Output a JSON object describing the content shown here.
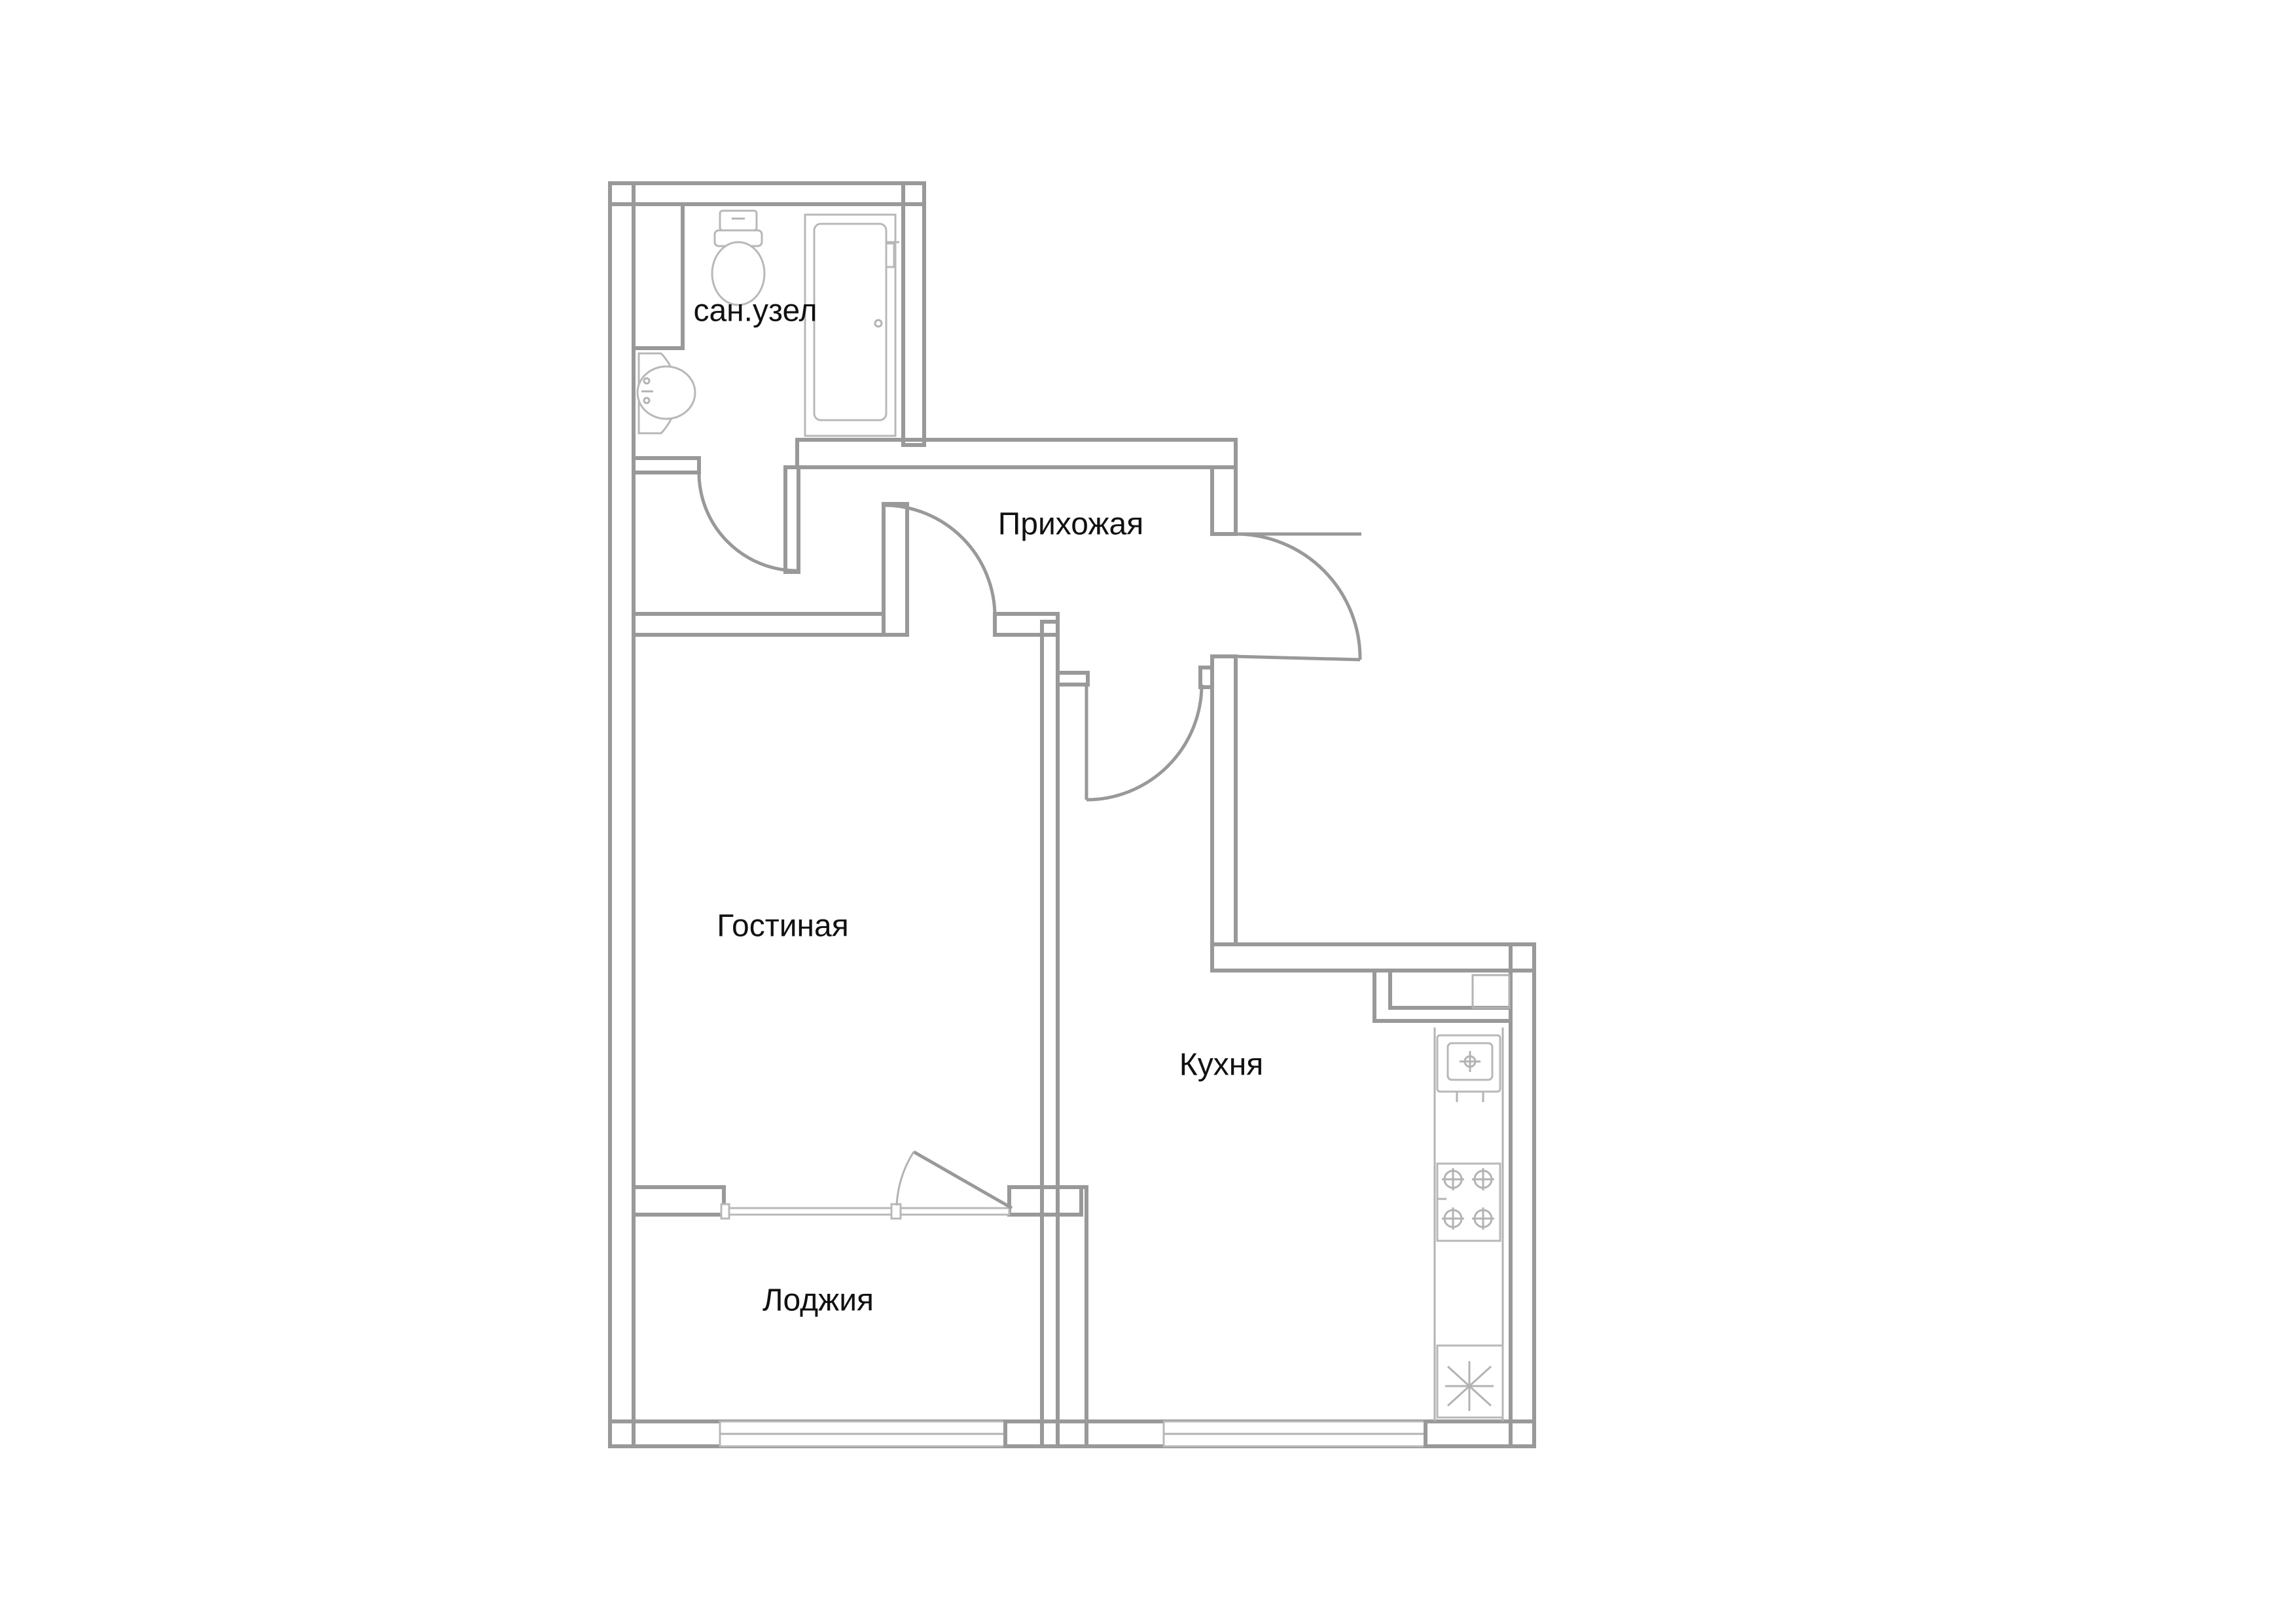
{
  "plan": {
    "rooms": [
      {
        "id": "bathroom",
        "label": "сан.узел"
      },
      {
        "id": "hallway",
        "label": "Прихожая"
      },
      {
        "id": "living",
        "label": "Гостиная"
      },
      {
        "id": "kitchen",
        "label": "Кухня"
      },
      {
        "id": "loggia",
        "label": "Лоджия"
      }
    ]
  }
}
